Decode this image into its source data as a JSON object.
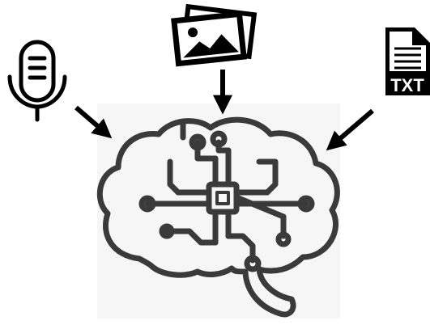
{
  "diagram": {
    "nodes": [
      {
        "id": "audio",
        "icon": "microphone-icon"
      },
      {
        "id": "image",
        "icon": "image-icon"
      },
      {
        "id": "text",
        "icon": "text-file-icon",
        "label": "TXT"
      },
      {
        "id": "brain",
        "icon": "brain-circuit-icon"
      }
    ],
    "edges": [
      {
        "from": "audio",
        "to": "brain"
      },
      {
        "from": "image",
        "to": "brain"
      },
      {
        "from": "text",
        "to": "brain"
      }
    ],
    "colors": {
      "icon": "#000000",
      "brain": "#3a3a3a",
      "background": "#ffffff",
      "brain_background": "#f5f5f5"
    }
  }
}
